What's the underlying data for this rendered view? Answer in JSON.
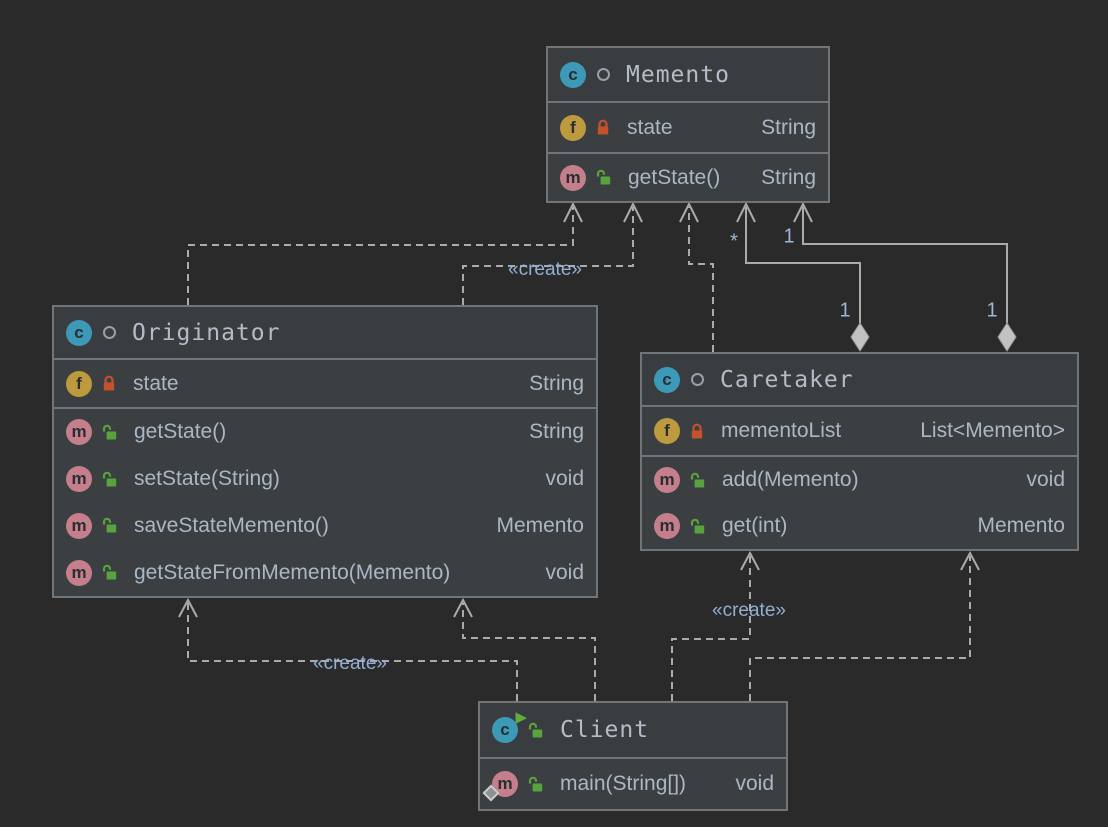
{
  "diagram_type": "uml-class-diagram",
  "pattern": "Memento",
  "classes": {
    "memento": {
      "name": "Memento",
      "fields": [
        {
          "name": "state",
          "type": "String"
        }
      ],
      "methods": [
        {
          "name": "getState()",
          "type": "String"
        }
      ]
    },
    "originator": {
      "name": "Originator",
      "fields": [
        {
          "name": "state",
          "type": "String"
        }
      ],
      "methods": [
        {
          "name": "getState()",
          "type": "String"
        },
        {
          "name": "setState(String)",
          "type": "void"
        },
        {
          "name": "saveStateMemento()",
          "type": "Memento"
        },
        {
          "name": "getStateFromMemento(Memento)",
          "type": "void"
        }
      ]
    },
    "caretaker": {
      "name": "Caretaker",
      "fields": [
        {
          "name": "mementoList",
          "type": "List<Memento>"
        }
      ],
      "methods": [
        {
          "name": "add(Memento)",
          "type": "void"
        },
        {
          "name": "get(int)",
          "type": "Memento"
        }
      ]
    },
    "client": {
      "name": "Client",
      "methods": [
        {
          "name": "main(String[])",
          "type": "void"
        }
      ]
    }
  },
  "icons": {
    "class_icon": "c",
    "field_icon": "f",
    "method_icon": "m",
    "run_overlay_icon": "▶",
    "private_lock_icon": "red-closed-lock",
    "public_lock_icon": "green-open-lock",
    "visibility_ring_icon": "gray-ring",
    "static_overlay_icon": "gray-diamond"
  },
  "labels": {
    "create_originator_memento": "«create»",
    "create_client_originator": "«create»",
    "create_client_caretaker": "«create»",
    "agg1_memento_end": "*",
    "agg1_caretaker_end": "1",
    "agg2_memento_end": "1",
    "agg2_caretaker_end": "1"
  },
  "colors": {
    "background": "#2a2a2a",
    "node_fill": "#3c3f41",
    "node_border": "#717578",
    "member_text": "#a9b7c6",
    "title_text": "#b3bdc7",
    "edge": "#a9abad",
    "edge_label": "#91aed3",
    "multiplicity_label": "#9db8dc",
    "class_icon": "#3c99b8",
    "field_icon": "#bd9a3e",
    "method_icon": "#c57e8b",
    "private_lock": "#c4522c",
    "public_lock": "#59a33f",
    "run_overlay": "#5fad3f"
  }
}
